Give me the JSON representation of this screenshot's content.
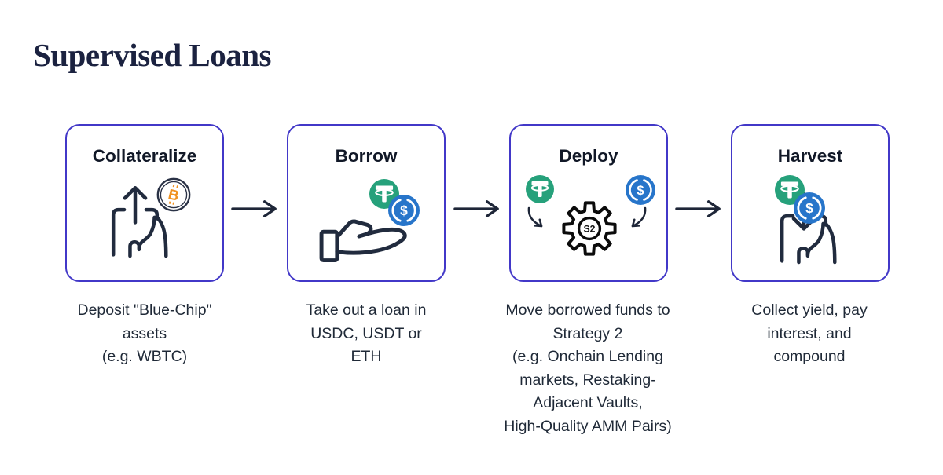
{
  "page": {
    "title": "Supervised Loans"
  },
  "colors": {
    "card_border": "#4238c8",
    "title_navy": "#1b2240",
    "body_text": "#1f2937",
    "icon_stroke": "#212b3e",
    "tether_green": "#26a17b",
    "usdc_blue": "#2775ca",
    "bitcoin_orange": "#f0911f"
  },
  "icons": {
    "flow_arrow": "right-arrow",
    "wbtc_symbol": "B",
    "usdc_symbol": "$",
    "gear_label": "S2"
  },
  "steps": [
    {
      "title": "Collateralize",
      "description": "Deposit \"Blue-Chip\"\nassets\n(e.g. WBTC)"
    },
    {
      "title": "Borrow",
      "description": "Take out a loan in\nUSDC, USDT or\nETH"
    },
    {
      "title": "Deploy",
      "description": "Move borrowed funds to\nStrategy 2\n(e.g. Onchain Lending\nmarkets, Restaking-\nAdjacent Vaults,\nHigh-Quality AMM Pairs)"
    },
    {
      "title": "Harvest",
      "description": "Collect yield, pay\ninterest, and\ncompound"
    }
  ]
}
